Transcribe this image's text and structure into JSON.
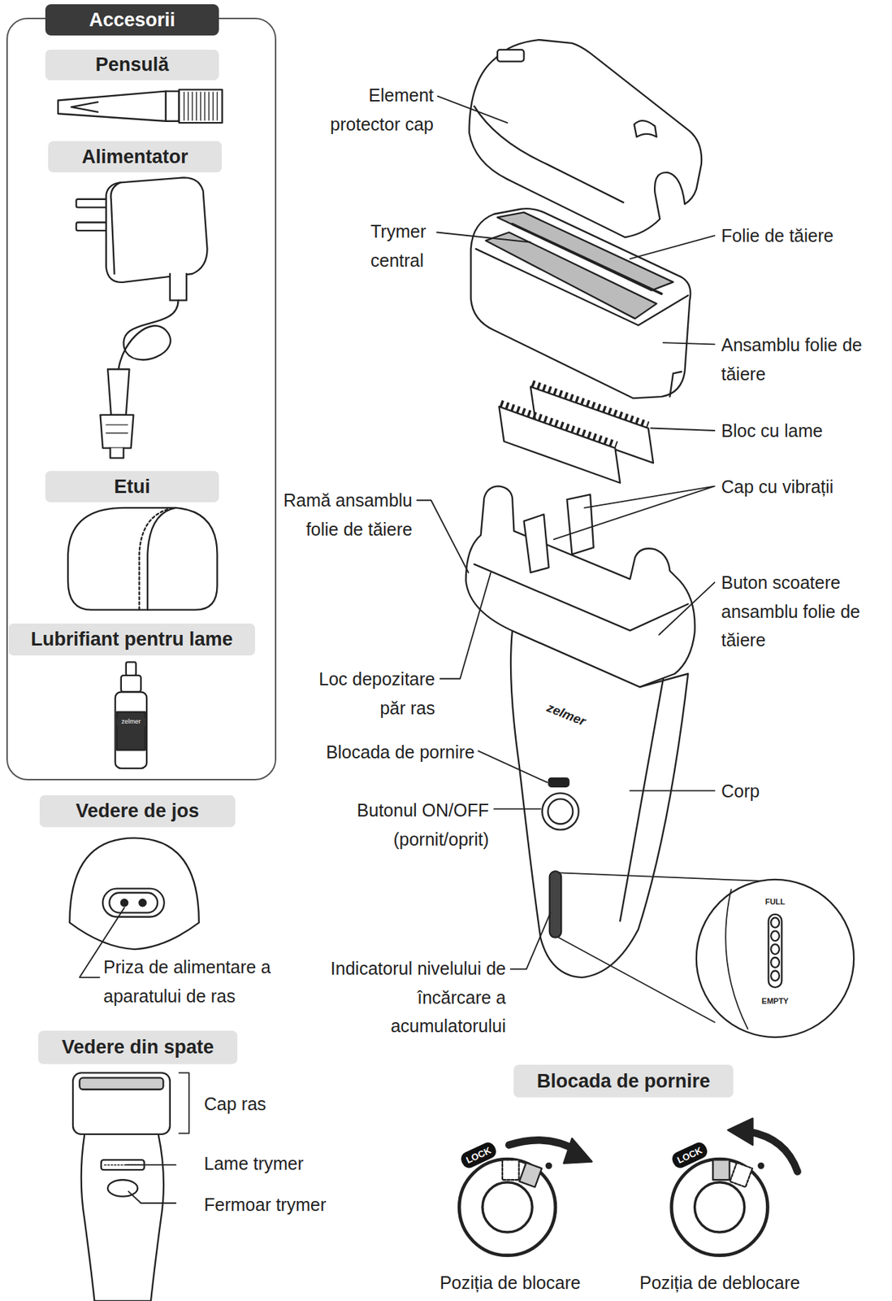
{
  "diagram": {
    "nodes": [
      {
        "text": [
          "Accesorii"
        ]
      },
      {
        "text": [
          "Pensulă"
        ],
        "in": 0
      },
      {
        "text": [
          "Alimentator"
        ],
        "in": 0
      },
      {
        "text": [
          "Etui"
        ],
        "in": 0
      },
      {
        "text": [
          "Lubrifiant pentru lame"
        ],
        "in": 0
      },
      {
        "text": [
          "Vedere de jos"
        ]
      },
      {
        "text": [
          "Vedere din spate"
        ]
      },
      {
        "text": [
          "Blocada de pornire"
        ]
      }
    ],
    "labels": [
      "Element protector cap",
      "Trymer central",
      "Folie de tăiere",
      "Ansamblu folie de tăiere",
      "Bloc cu lame",
      "Cap cu vibrații",
      "Ramă ansamblu folie de tăiere",
      "Buton scoatere ansamblu folie de tăiere",
      "Loc depozitare păr ras",
      "zelmer",
      "Blocada de pornire",
      "Butonul ON/OFF (pornit/oprit)",
      "Corp",
      "FULL",
      "EMPTY",
      "Indicatorul nivelului de încărcare a acumulatorului",
      "Priza de alimentare a aparatului de ras",
      "Cap ras",
      "Lame trymer",
      "Fermoar trymer",
      "zelmer",
      "LOCK",
      "LOCK",
      "Poziția de blocare",
      "Poziția de deblocare"
    ]
  }
}
